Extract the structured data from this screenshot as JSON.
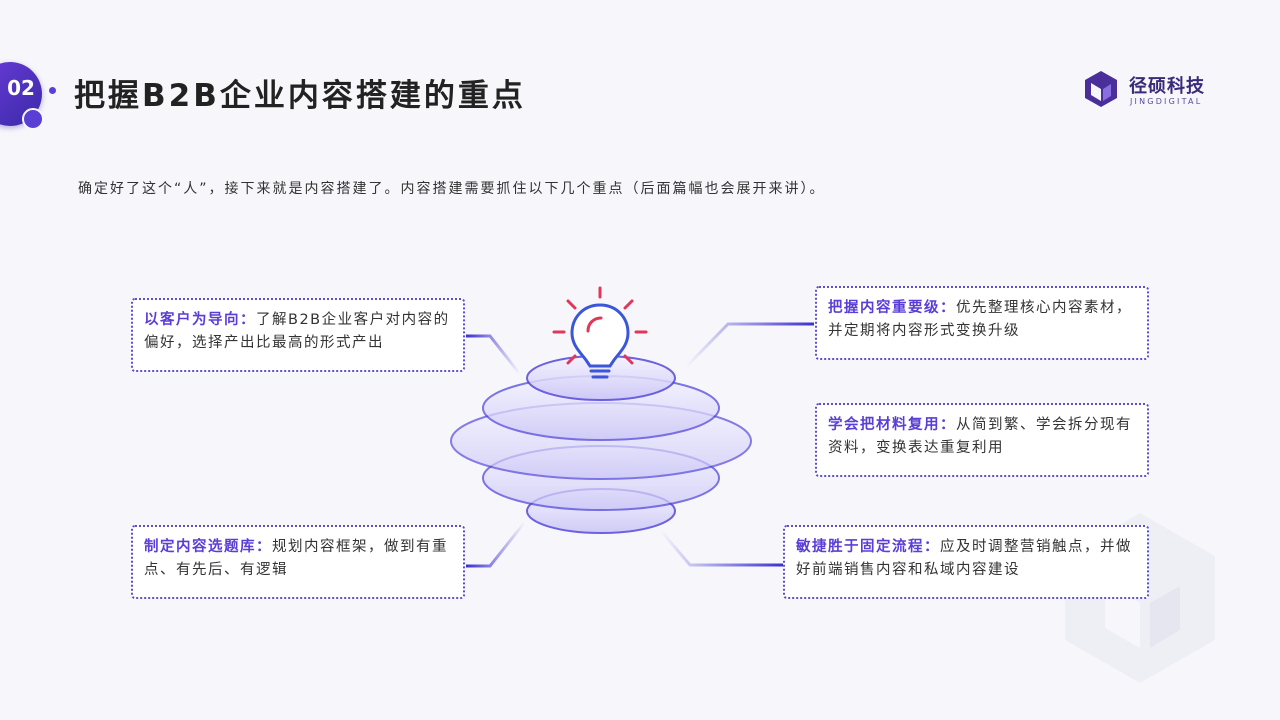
{
  "header": {
    "section_number": "02",
    "title": "把握B2B企业内容搭建的重点"
  },
  "logo": {
    "name_cn": "径硕科技",
    "name_en": "JINGDIGITAL"
  },
  "intro_text": "确定好了这个“人”，接下来就是内容搭建了。内容搭建需要抓住以下几个重点（后面篇幅也会展开来讲）。",
  "points": {
    "customer": {
      "heading": "以客户为导向：",
      "body": "了解B2B企业客户对内容的偏好，选择产出比最高的形式产出"
    },
    "topic_library": {
      "heading": "制定内容选题库：",
      "body": "规划内容框架，做到有重点、有先后、有逻辑"
    },
    "priority": {
      "heading": "把握内容重要级：",
      "body": "优先整理核心内容素材，并定期将内容形式变换升级"
    },
    "reuse": {
      "heading": "学会把材料复用：",
      "body": "从简到繁、学会拆分现有资料，变换表达重复利用"
    },
    "process": {
      "heading": "敏捷胜于固定流程：",
      "body": "应及时调整营销触点，并做好前端销售内容和私域内容建设"
    }
  },
  "colors": {
    "accent": "#5a3ed6",
    "card_border": "#5b4fd0",
    "bulb": "#3b56d8",
    "rays": "#e0365a"
  },
  "icons": {
    "center": "lightbulb-icon",
    "logo": "jingdigital-logo-icon"
  }
}
